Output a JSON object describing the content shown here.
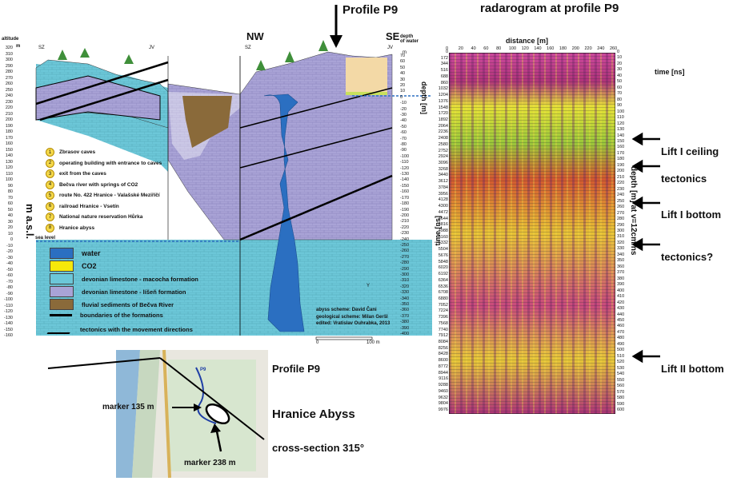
{
  "geology": {
    "altitude_title": "altitude",
    "masl_label": "m a.s.l.",
    "depth_of_water_title": "depth\nof water",
    "depth_m_label": "depth [m]",
    "sea_level": "sea level",
    "nw": "NW",
    "se": "SE",
    "sz_left": "SZ",
    "jv_mid": "JV",
    "sz_mid": "SZ",
    "jv_right": "JV",
    "m_unit": "m",
    "credits": [
      "abyss scheme: David Čani",
      "geological scheme: Milan Geršl",
      "edited: Vratislav Ouhrabka, 2013"
    ],
    "scale_zero": "0",
    "scale_end": "100 m",
    "y_marker": "Y",
    "altitude_ticks": [
      "320",
      "310",
      "300",
      "290",
      "280",
      "270",
      "260",
      "250",
      "240",
      "230",
      "220",
      "210",
      "200",
      "190",
      "180",
      "170",
      "160",
      "150",
      "140",
      "130",
      "120",
      "110",
      "100",
      "90",
      "80",
      "70",
      "60",
      "50",
      "40",
      "30",
      "20",
      "10",
      "0",
      "-10",
      "-20",
      "-30",
      "-40",
      "-50",
      "-60",
      "-70",
      "-80",
      "-90",
      "-100",
      "-110",
      "-120",
      "-130",
      "-140",
      "-150",
      "-160"
    ],
    "depth_ticks": [
      "70",
      "60",
      "50",
      "40",
      "30",
      "20",
      "10",
      "0",
      "-10",
      "-20",
      "-30",
      "-40",
      "-50",
      "-60",
      "-70",
      "-80",
      "-90",
      "-100",
      "-110",
      "-120",
      "-130",
      "-140",
      "-150",
      "-160",
      "-170",
      "-180",
      "-190",
      "-200",
      "-210",
      "-220",
      "-230",
      "-240",
      "-250",
      "-260",
      "-270",
      "-280",
      "-290",
      "-300",
      "-310",
      "-320",
      "-330",
      "-340",
      "-350",
      "-360",
      "-370",
      "-380",
      "-390",
      "-400"
    ],
    "numbered_legend": [
      {
        "n": "1",
        "label": "Zbrasov caves"
      },
      {
        "n": "2",
        "label": "operating building with entrance to caves"
      },
      {
        "n": "3",
        "label": "exit from the caves"
      },
      {
        "n": "4",
        "label": "Bečva river with springs of CO2"
      },
      {
        "n": "5",
        "label": "route No. 422 Hranice - Valašské Meziříčí"
      },
      {
        "n": "6",
        "label": "railroad Hranice - Vsetín"
      },
      {
        "n": "7",
        "label": "National nature reservation Hůrka"
      },
      {
        "n": "8",
        "label": "Hranice abyss"
      }
    ],
    "swatch_legend": [
      {
        "label": "water",
        "color": "#2b6fc1"
      },
      {
        "label": "CO2",
        "color": "#f6e80a"
      },
      {
        "label": "devonian limestone - macocha formation",
        "color": "#6cc7d8"
      },
      {
        "label": "devonian limestone - líšeň formation",
        "color": "#a9a3d6"
      },
      {
        "label": "fluvial sediments of Bečva River",
        "color": "#8a6a3a"
      },
      {
        "label": "boundaries of the formations",
        "color": "#000000"
      },
      {
        "label": "tectonics with the movement directions",
        "color": "#000000"
      }
    ]
  },
  "profile_label_top": "Profile P9",
  "radar": {
    "title": "radarogram at profile P9",
    "distance_label": "distance [m]",
    "distance_ticks": [
      "0",
      "20",
      "40",
      "60",
      "80",
      "100",
      "120",
      "140",
      "160",
      "180",
      "200",
      "220",
      "240",
      "260"
    ],
    "time_ns_right": "time [ns]",
    "time_label_left": "time [ns]",
    "depth_label": "depth [m] at v=12cm/ns",
    "left_ticks": [
      "0",
      "172",
      "344",
      "516",
      "688",
      "860",
      "1032",
      "1204",
      "1376",
      "1548",
      "1720",
      "1892",
      "2064",
      "2236",
      "2408",
      "2580",
      "2752",
      "2924",
      "3096",
      "3268",
      "3440",
      "3612",
      "3784",
      "3956",
      "4128",
      "4300",
      "4472",
      "4644",
      "4816",
      "4988",
      "5160",
      "5332",
      "5504",
      "5676",
      "5848",
      "6020",
      "6192",
      "6364",
      "6536",
      "6708",
      "6880",
      "7052",
      "7224",
      "7396",
      "7568",
      "7740",
      "7912",
      "8084",
      "8256",
      "8428",
      "8600",
      "8772",
      "8944",
      "9116",
      "9288",
      "9460",
      "9632",
      "9804",
      "9976"
    ],
    "right_ticks": [
      "0",
      "10",
      "20",
      "30",
      "40",
      "50",
      "60",
      "70",
      "80",
      "90",
      "100",
      "110",
      "120",
      "130",
      "140",
      "150",
      "160",
      "170",
      "180",
      "190",
      "200",
      "210",
      "220",
      "230",
      "240",
      "250",
      "260",
      "270",
      "280",
      "290",
      "300",
      "310",
      "320",
      "330",
      "340",
      "350",
      "360",
      "370",
      "380",
      "390",
      "400",
      "410",
      "420",
      "430",
      "440",
      "450",
      "460",
      "470",
      "480",
      "490",
      "500",
      "510",
      "520",
      "530",
      "540",
      "550",
      "560",
      "570",
      "580",
      "590",
      "600"
    ],
    "annotations": [
      "Lift I ceiling",
      "tectonics",
      "Lift I bottom",
      "tectonics?",
      "Lift II bottom"
    ]
  },
  "map": {
    "profile_label": "Profile P9",
    "marker1": "marker 135 m",
    "abyss_label": "Hranice Abyss",
    "cross_section": "cross-section 315°",
    "marker2": "marker 238 m",
    "p9_tag": "P9"
  }
}
